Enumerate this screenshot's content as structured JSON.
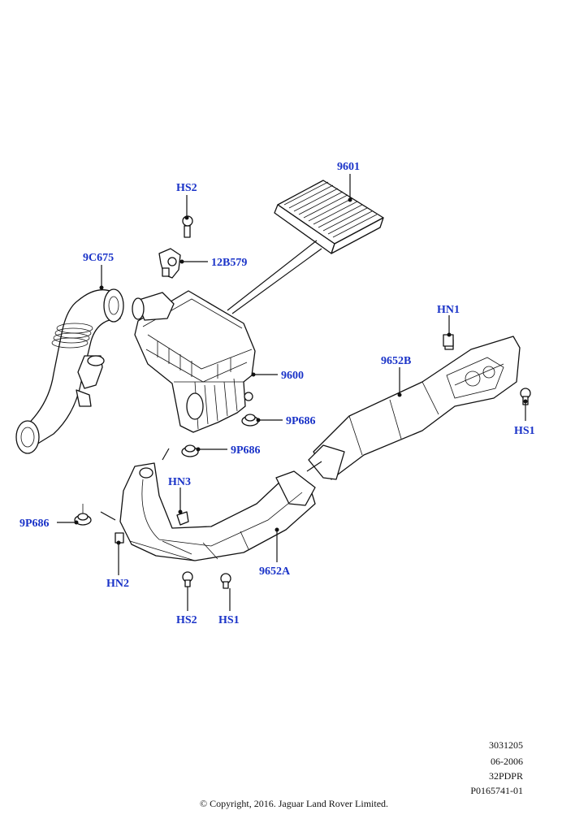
{
  "callouts": {
    "p9601": "9601",
    "hs2_top": "HS2",
    "p12b579": "12B579",
    "p9c675": "9C675",
    "hn1": "HN1",
    "p9652b": "9652B",
    "p9600": "9600",
    "p9p686_a": "9P686",
    "hs1_right": "HS1",
    "p9p686_b": "9P686",
    "hn3": "HN3",
    "p9p686_c": "9P686",
    "hn2": "HN2",
    "p9652a": "9652A",
    "hs2_bottom": "HS2",
    "hs1_bottom": "HS1"
  },
  "footer": {
    "code1": "3031205",
    "date": "06-2006",
    "code2": "32PDPR",
    "ref": "P0165741-01",
    "copyright": "© Copyright, 2016. Jaguar Land Rover Limited."
  },
  "colors": {
    "callout": "#1a33c8",
    "line": "#111111"
  }
}
